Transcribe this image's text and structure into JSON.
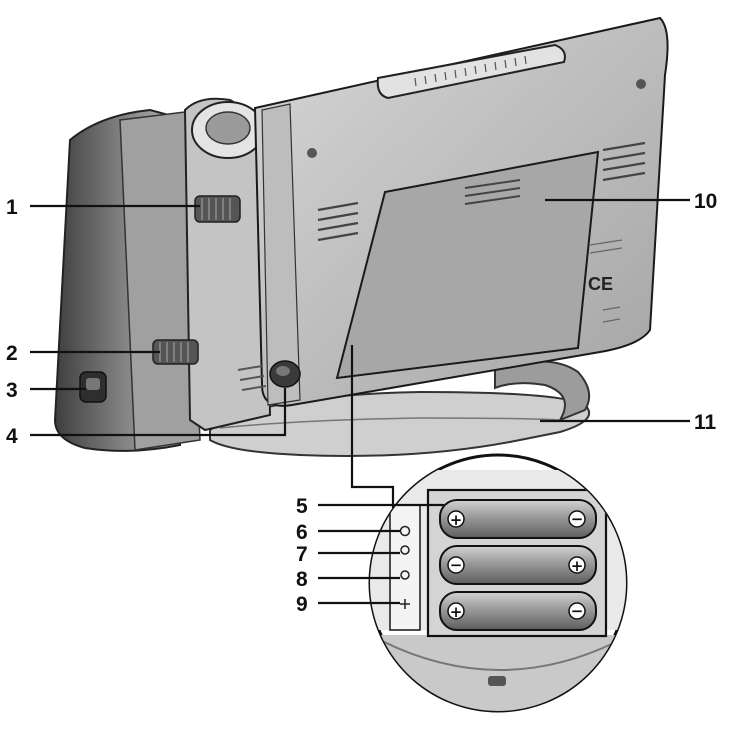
{
  "colors": {
    "body": "#b7b7b7",
    "body_light": "#d9d9d9",
    "body_dark": "#8a8a8a",
    "shadow": "#4a4a4a",
    "battery": "#a9a9a9",
    "outline": "#1a1a1a"
  },
  "callouts": [
    {
      "id": "1",
      "label": "1"
    },
    {
      "id": "2",
      "label": "2"
    },
    {
      "id": "3",
      "label": "3"
    },
    {
      "id": "4",
      "label": "4"
    },
    {
      "id": "5",
      "label": "5"
    },
    {
      "id": "6",
      "label": "6"
    },
    {
      "id": "7",
      "label": "7"
    },
    {
      "id": "8",
      "label": "8"
    },
    {
      "id": "9",
      "label": "9"
    },
    {
      "id": "10",
      "label": "10"
    },
    {
      "id": "11",
      "label": "11"
    }
  ],
  "battery_polarity": [
    {
      "left": "+",
      "right": "−"
    },
    {
      "left": "−",
      "right": "+"
    },
    {
      "left": "+",
      "right": "−"
    }
  ],
  "device_marks": {
    "ce_mark": "CE"
  },
  "icons": {
    "battery": "battery-icon",
    "button": "round-button-icon",
    "knob": "dial-knob-icon"
  }
}
